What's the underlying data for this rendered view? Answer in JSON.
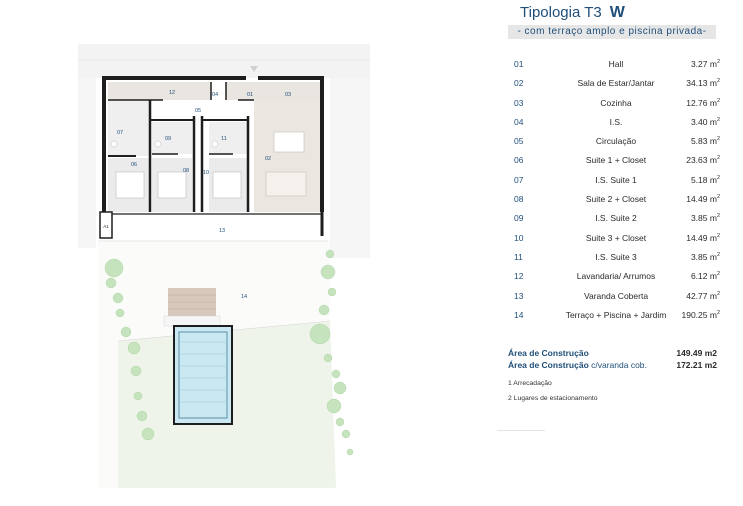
{
  "header": {
    "title_prefix": "Tipologia T3",
    "title_letter": "W",
    "subtitle": "- com terraço amplo e piscina privada-"
  },
  "rooms": [
    {
      "num": "01",
      "name": "Hall",
      "area": "3.27 m",
      "unit_sup": "2"
    },
    {
      "num": "02",
      "name": "Sala de Estar/Jantar",
      "area": "34.13 m",
      "unit_sup": "2"
    },
    {
      "num": "03",
      "name": "Cozinha",
      "area": "12.76 m",
      "unit_sup": "2"
    },
    {
      "num": "04",
      "name": "I.S.",
      "area": "3.40 m",
      "unit_sup": "2"
    },
    {
      "num": "05",
      "name": "Circulação",
      "area": "5.83 m",
      "unit_sup": "2"
    },
    {
      "num": "06",
      "name": "Suite 1 + Closet",
      "area": "23.63 m",
      "unit_sup": "2"
    },
    {
      "num": "07",
      "name": "I.S. Suite 1",
      "area": "5.18 m",
      "unit_sup": "2"
    },
    {
      "num": "08",
      "name": "Suite 2 + Closet",
      "area": "14.49 m",
      "unit_sup": "2"
    },
    {
      "num": "09",
      "name": "I.S. Suite 2",
      "area": "3.85 m",
      "unit_sup": "2"
    },
    {
      "num": "10",
      "name": "Suite 3 + Closet",
      "area": "14.49 m",
      "unit_sup": "2"
    },
    {
      "num": "11",
      "name": "I.S. Suite 3",
      "area": "3.85 m",
      "unit_sup": "2"
    },
    {
      "num": "12",
      "name": "Lavandaria/ Arrumos",
      "area": "6.12 m",
      "unit_sup": "2"
    },
    {
      "num": "13",
      "name": "Varanda Coberta",
      "area": "42.77 m",
      "unit_sup": "2"
    },
    {
      "num": "14",
      "name": "Terraço + Piscina + Jardim",
      "area": "190.25 m",
      "unit_sup": "2"
    }
  ],
  "totals": {
    "construction_label": "Área de Construção",
    "construction_value": "149.49 m2",
    "construction_cob_label": "Área de Construção",
    "construction_cob_extra": " c/varanda cob.",
    "construction_cob_value": "172.21 m2"
  },
  "notes": {
    "storage": "1 Arrecadação",
    "parking": "2 Lugares de estacionamento"
  },
  "plan_labels": {
    "hall": "01",
    "living": "02",
    "kitchen": "03",
    "wc": "04",
    "circulation": "05",
    "suite1": "06",
    "wc_suite1": "07",
    "suite2": "08",
    "wc_suite2": "09",
    "suite3": "10",
    "wc_suite3": "11",
    "laundry": "12",
    "veranda": "13",
    "terrace": "14",
    "storage_tag": "A1"
  },
  "colors": {
    "accent_blue": "#1f4e79",
    "pool_water": "#c9e8f2",
    "wall": "#1e1e1e",
    "lawn": "#eef4ea",
    "shrub": "#c5e3bd",
    "deck": "#d8c7bb"
  }
}
